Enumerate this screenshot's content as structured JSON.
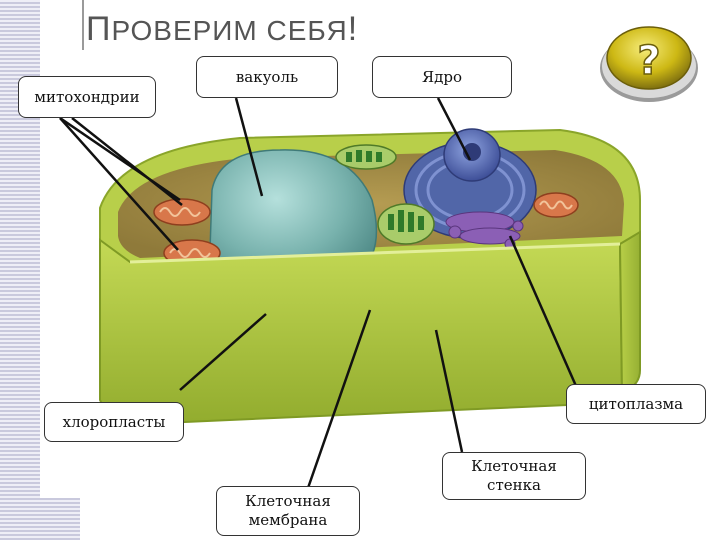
{
  "title": {
    "first_letter": "П",
    "rest": "РОВЕРИМ СЕБЯ",
    "punct": "!"
  },
  "labels": {
    "vacuole": "вакуоль",
    "nucleus": "Ядро",
    "mitochondria": "митохондрии",
    "chloroplasts": "хлоропласты",
    "cytoplasm": "цитоплазма",
    "cell_membrane_line1": "Клеточная",
    "cell_membrane_line2": "мембрана",
    "cell_wall_line1": "Клеточная",
    "cell_wall_line2": "стенка"
  },
  "button": {
    "glyph": "?",
    "icon": "question-button-icon"
  },
  "colors": {
    "wall": "#a9c43c",
    "wall_dark": "#8aa52a",
    "cytoplasm": "#c7b05a",
    "vacuole": "#7fb8b6",
    "nucleus": "#5a6fb0",
    "golgi": "#8b5fb5",
    "mitochondria": "#d8774a",
    "chloroplast": "#7fb04a",
    "button": "#d6c21a"
  }
}
